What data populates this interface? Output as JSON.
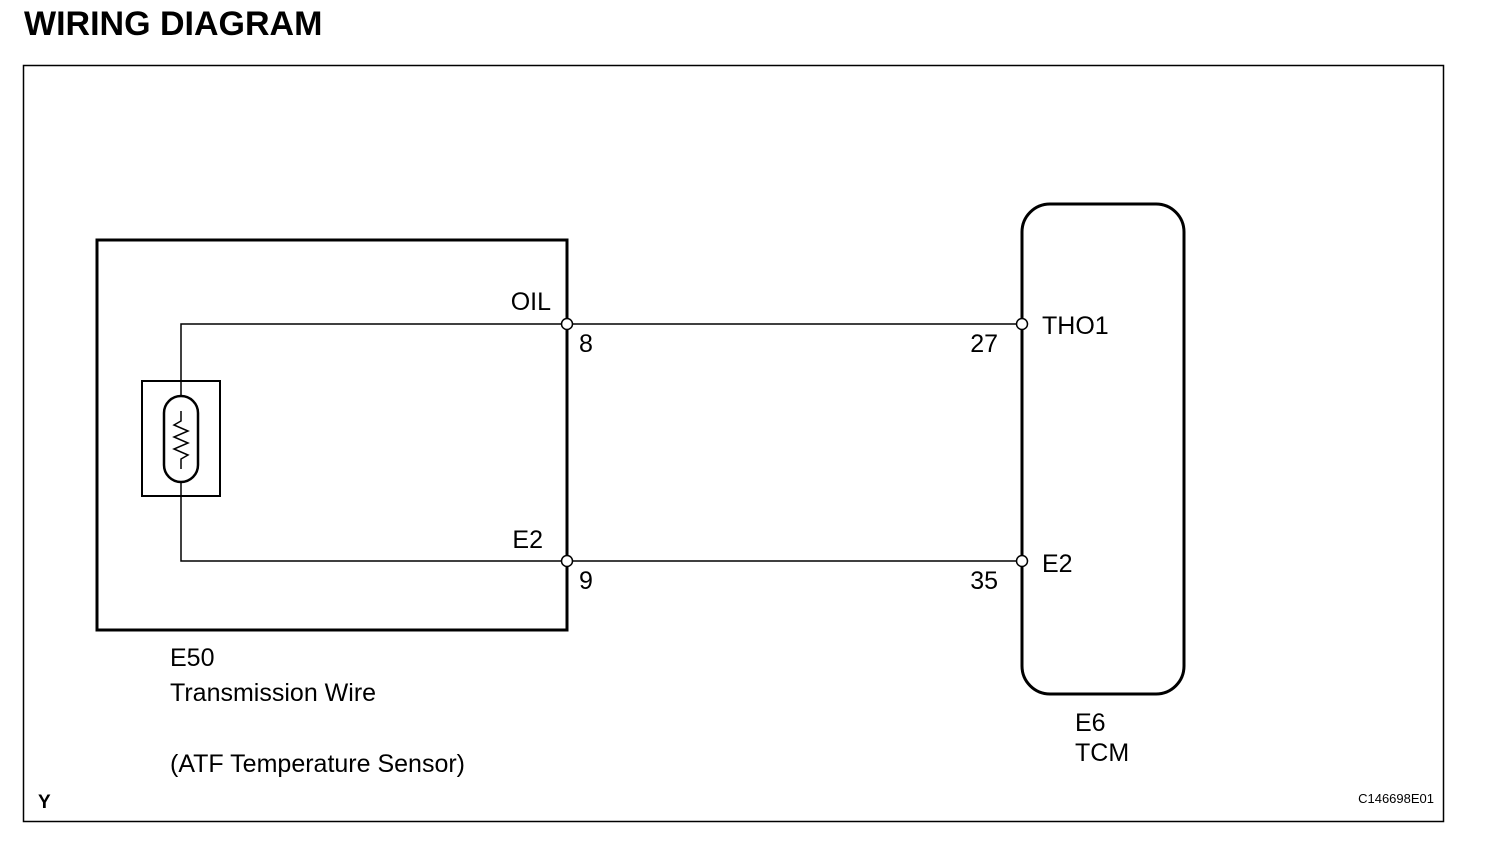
{
  "title": "WIRING DIAGRAM",
  "sensor_component": {
    "code": "E50",
    "name": "Transmission Wire",
    "description": "(ATF Temperature Sensor)",
    "terminals": [
      {
        "signal": "OIL",
        "pin": "8"
      },
      {
        "signal": "E2",
        "pin": "9"
      }
    ]
  },
  "ecu_component": {
    "code": "E6",
    "name": "TCM",
    "terminals": [
      {
        "signal": "THO1",
        "pin": "27"
      },
      {
        "signal": "E2",
        "pin": "35"
      }
    ]
  },
  "wires": [
    {
      "from": "E50-8 OIL",
      "to": "E6-27 THO1"
    },
    {
      "from": "E50-9 E2",
      "to": "E6-35 E2"
    }
  ],
  "footer": {
    "corner_mark": "Y",
    "figure_code": "C146698E01"
  }
}
